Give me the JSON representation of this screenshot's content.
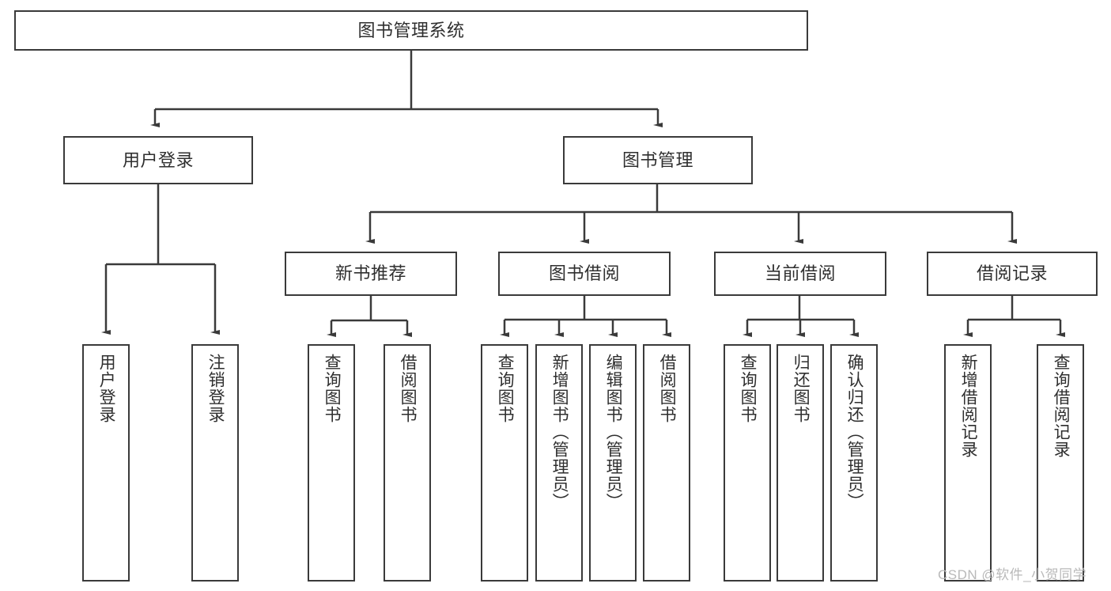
{
  "diagram": {
    "title": "图书管理系统",
    "watermark": "CSDN @软件_小贺同学",
    "line_color": "#3a3a3a",
    "text_color": "#2f2f2f",
    "background": "#ffffff",
    "nodes": {
      "root": "图书管理系统",
      "user_login": "用户登录",
      "book_manage": "图书管理",
      "new_book_rec": "新书推荐",
      "book_borrow": "图书借阅",
      "current_borrow": "当前借阅",
      "borrow_record": "借阅记录",
      "leaf_user_login": "用户登录",
      "leaf_user_logout": "注销登录",
      "leaf_rec_query_book": "查询图书",
      "leaf_rec_borrow_book": "借阅图书",
      "leaf_borrow_query_book": "查询图书",
      "leaf_borrow_add_book": "新增图书（管理员）",
      "leaf_borrow_edit_book": "编辑图书（管理员）",
      "leaf_borrow_borrow_book": "借阅图书",
      "leaf_cur_query_book": "查询图书",
      "leaf_cur_return_book": "归还图书",
      "leaf_cur_confirm_return": "确认归还（管理员）",
      "leaf_rec_add_record": "新增借阅记录",
      "leaf_rec_query_record": "查询借阅记录"
    }
  }
}
